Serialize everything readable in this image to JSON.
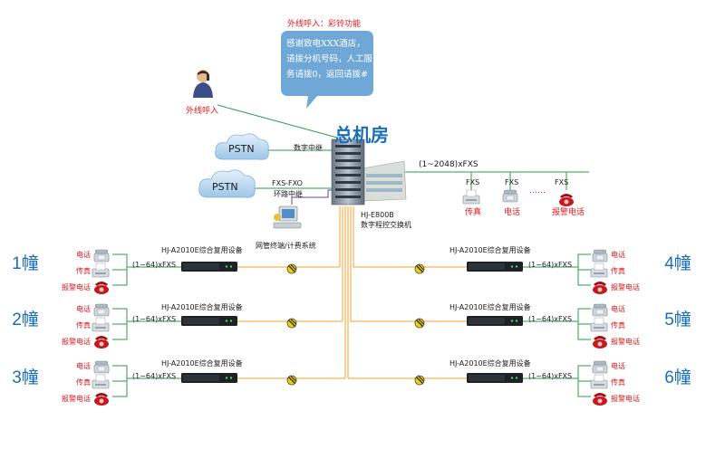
{
  "callout": {
    "title": "外线呼入：彩铃功能",
    "lines": [
      "感谢致电XXX酒店，",
      "请拨分机号码，人工服",
      "务请拨0，返回请拨#"
    ]
  },
  "caller_label": "外线呼入",
  "building_title": "总机房",
  "pstn_labels": [
    "PSTN",
    "PSTN"
  ],
  "trunk_labels": [
    "数字中继",
    "FXS-FXO",
    "环路中继"
  ],
  "nms_label": "网管终端/计费系统",
  "switch": {
    "model": "HJ-E800B",
    "desc": "数字程控交换机"
  },
  "fxs_main": "(1~2048)xFXS",
  "top_terminals": {
    "fxs": [
      "FXS",
      "FXS",
      "FXS"
    ],
    "ellipsis": "……",
    "names": [
      "传真",
      "电话",
      "报警电话"
    ]
  },
  "mux_label": "HJ-A2010E综合复用设备",
  "branch_fxs": "(1~64)xFXS",
  "terminal_names": [
    "电话",
    "传真",
    "报警电话"
  ],
  "buildings": [
    "1幢",
    "2幢",
    "3幢",
    "4幢",
    "5幢",
    "6幢"
  ],
  "colors": {
    "accent_blue": "#1a6fb8",
    "alert_red": "#e0191e",
    "line_green": "#2e9e4a",
    "fiber_orange": "#f5a02c",
    "bubble": "#6fa8d6"
  }
}
